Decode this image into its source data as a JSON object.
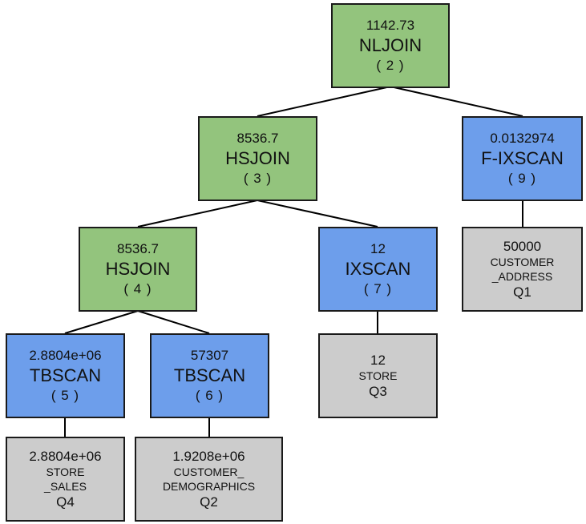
{
  "colors": {
    "join": "#93c47d",
    "scan": "#6d9eeb",
    "table": "#cccccc",
    "edge": "#000000"
  },
  "nodes": {
    "n2": {
      "cost": "1142.73",
      "op": "NLJOIN",
      "id": "( 2 )"
    },
    "n3": {
      "cost": "8536.7",
      "op": "HSJOIN",
      "id": "( 3 )"
    },
    "n9": {
      "cost": "0.0132974",
      "op": "F-IXSCAN",
      "id": "( 9 )"
    },
    "n4": {
      "cost": "8536.7",
      "op": "HSJOIN",
      "id": "( 4 )"
    },
    "n7": {
      "cost": "12",
      "op": "IXSCAN",
      "id": "( 7 )"
    },
    "n5": {
      "cost": "2.8804e+06",
      "op": "TBSCAN",
      "id": "( 5 )"
    },
    "n6": {
      "cost": "57307",
      "op": "TBSCAN",
      "id": "( 6 )"
    }
  },
  "tables": {
    "q1": {
      "rows": "50000",
      "name_line1": "CUSTOMER",
      "name_line2": "_ADDRESS",
      "q": "Q1"
    },
    "q3": {
      "rows": "12",
      "name_line1": "STORE",
      "q": "Q3"
    },
    "q4": {
      "rows": "2.8804e+06",
      "name_line1": "STORE",
      "name_line2": "_SALES",
      "q": "Q4"
    },
    "q2": {
      "rows": "1.9208e+06",
      "name_line1": "CUSTOMER_",
      "name_line2": "DEMOGRAPHICS",
      "q": "Q2"
    }
  }
}
